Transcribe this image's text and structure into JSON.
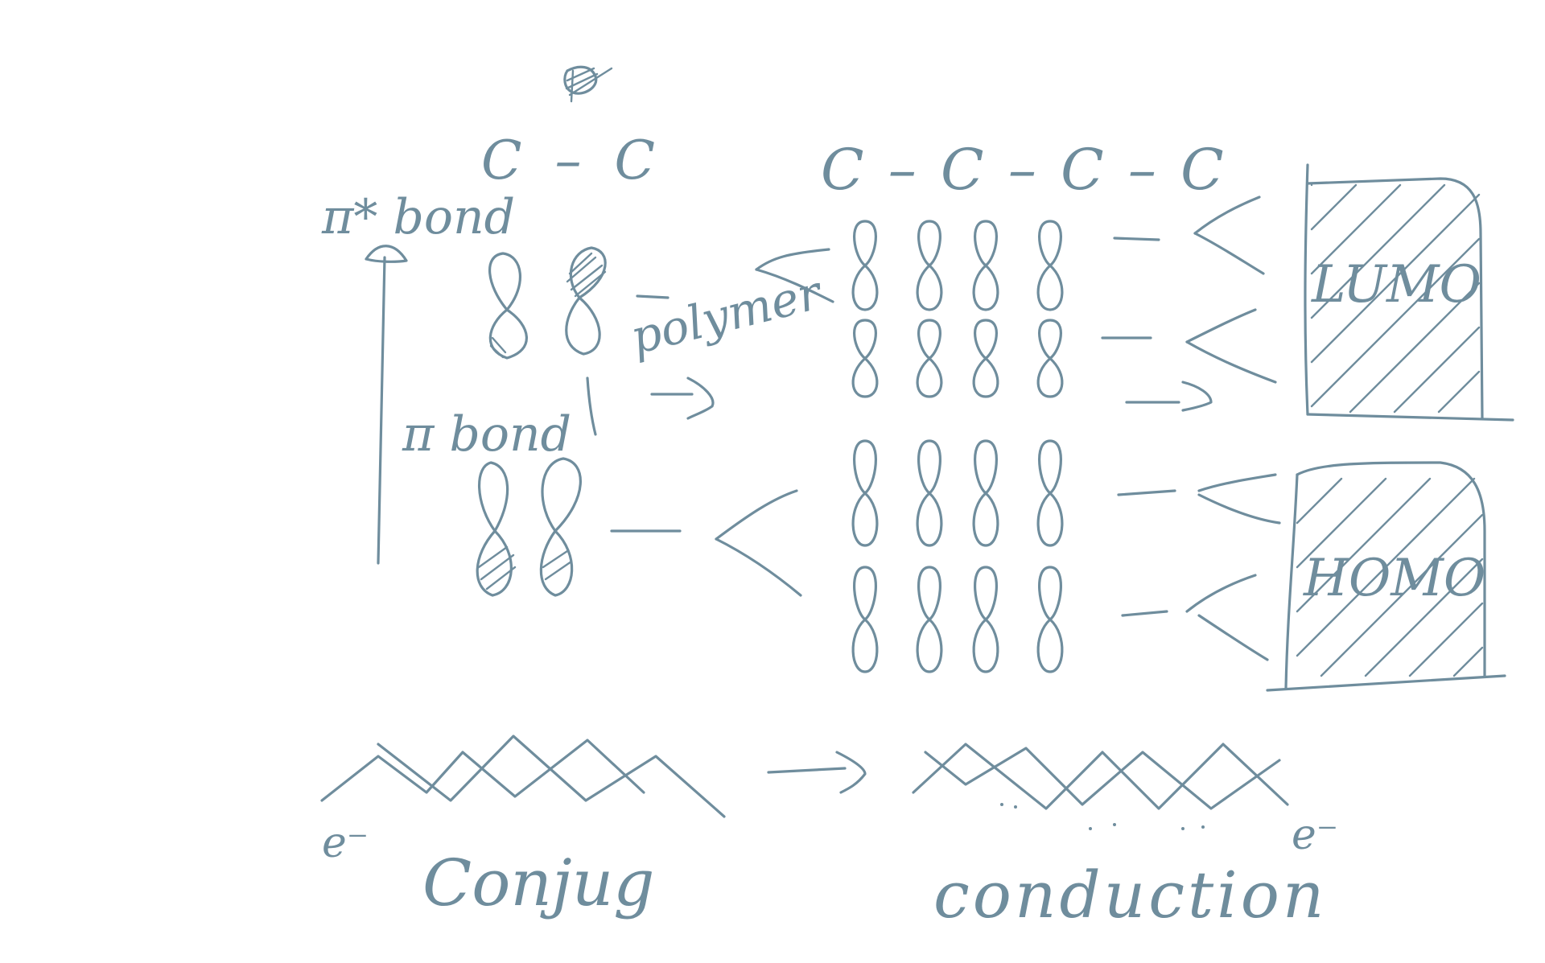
{
  "diagram": {
    "ink_color": "#6f8d9d",
    "labels": {
      "c_c": "C – C",
      "pi_star_bond": "π* bond",
      "pi_bond": "π bond",
      "polymer": "polymer",
      "chain": "C – C – C – C",
      "lumo": "LUMO",
      "homo": "HOMO",
      "conjug": "Conjug",
      "conduction": "conduction",
      "electron_left": "e⁻",
      "electron_right": "e⁻"
    }
  }
}
